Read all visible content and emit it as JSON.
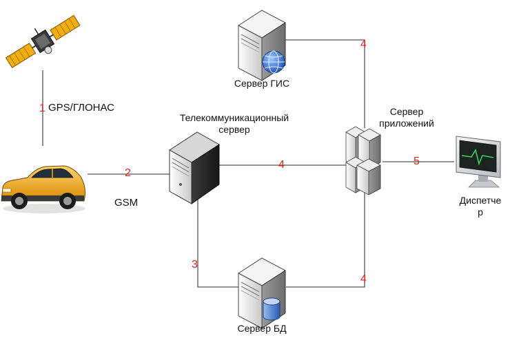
{
  "colors": {
    "connector": "#555555",
    "link_number": "#dd1f1f",
    "server_body": "#e9e9e9",
    "car_body": "#f0a418",
    "monitor_screen": "#1b2420",
    "signal": "#3fcf5a"
  },
  "icons": {
    "satellite": "satellite-icon",
    "car": "car-icon",
    "telecom_server": "tower-server-icon",
    "gis_server": "server-globe-icon",
    "app_server": "server-cluster-icon",
    "db_server": "server-database-icon",
    "dispatcher": "monitor-icon"
  },
  "labels": {
    "gps": "GPS/ГЛОНАС",
    "gsm": "GSM",
    "telecom_server": [
      "Телекоммуникационный",
      "сервер"
    ],
    "gis_server": "Сервер ГИС",
    "app_server": [
      "Сервер",
      "приложений"
    ],
    "db_server": "Сервер БД",
    "dispatcher": [
      "Диспетче",
      "р"
    ]
  },
  "links": [
    {
      "id": "satellite-car",
      "number": "1"
    },
    {
      "id": "car-telecom",
      "number": "2"
    },
    {
      "id": "telecom-db",
      "number": "3"
    },
    {
      "id": "telecom-app",
      "number": "4"
    },
    {
      "id": "gis-app",
      "number": "4"
    },
    {
      "id": "db-app",
      "number": "4"
    },
    {
      "id": "app-dispatcher",
      "number": "5"
    }
  ]
}
